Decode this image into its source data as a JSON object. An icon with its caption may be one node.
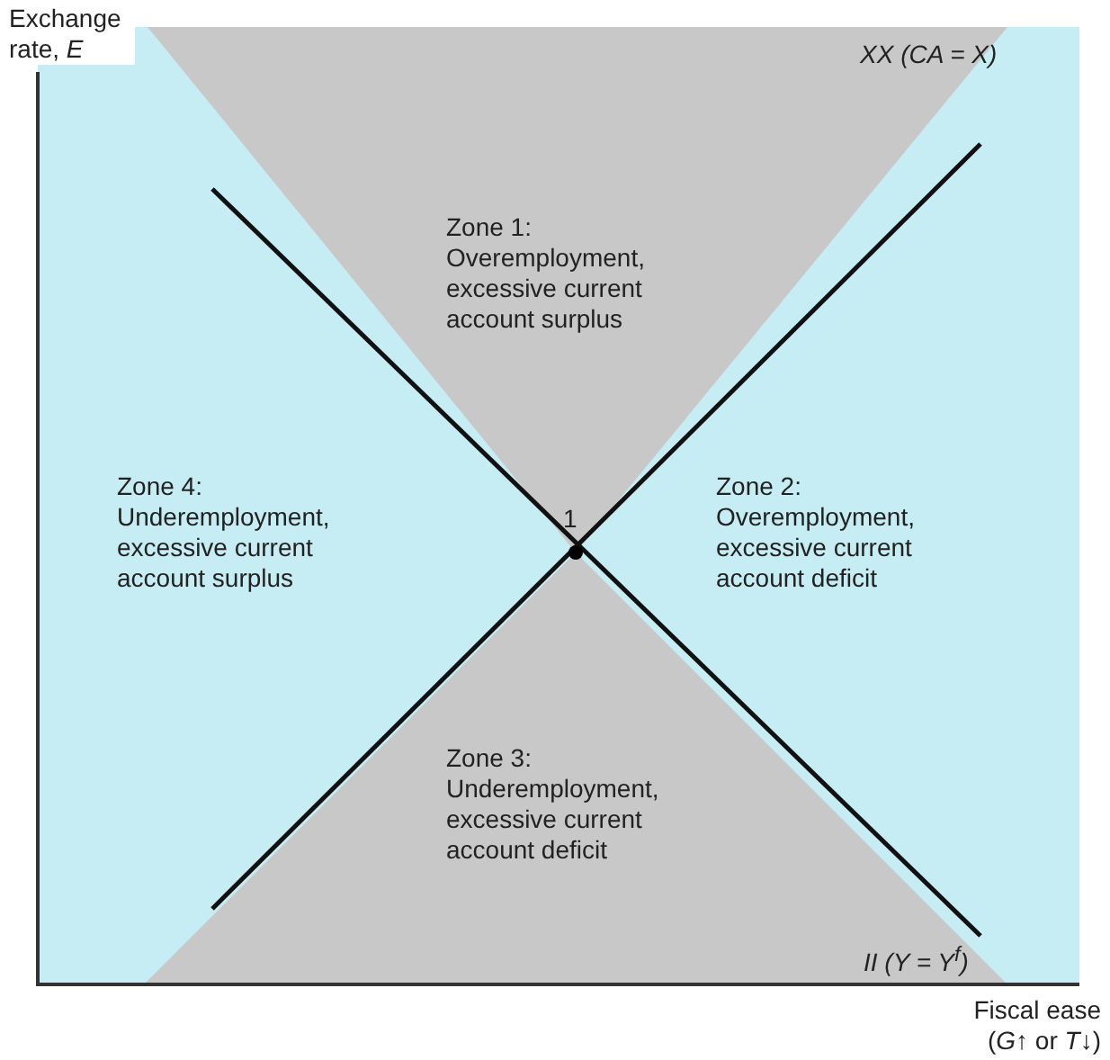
{
  "diagram": {
    "nodes": [
      {
        "text": [
          "Zone 1:",
          "Overemployment, excessive current account surplus"
        ]
      },
      {
        "text": [
          "Zone 4:",
          "Underemployment, excessive current account surplus"
        ]
      },
      {
        "text": [
          "Zone 2:",
          "Overemployment, excessive current account deficit"
        ]
      },
      {
        "text": [
          "Zone 3:",
          "Underemployment, excessive current account deficit"
        ]
      }
    ],
    "labels": [
      "Exchange rate, *E*",
      "*XX* (*CA* = *X*)",
      "1",
      "*II* (*Y* = *Y*$^{f}$)",
      "Fiscal ease (*G*↑ or *T*↓)"
    ]
  }
}
